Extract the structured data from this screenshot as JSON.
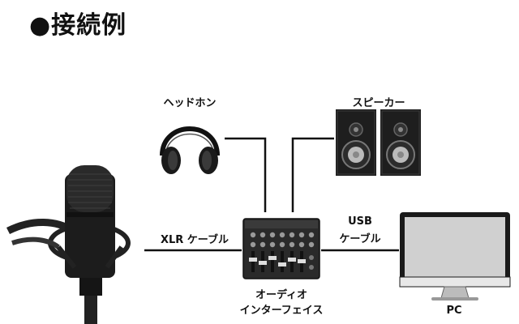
{
  "title": "●接続例",
  "labels": {
    "headphones": "ヘッドホン",
    "speakers": "スピーカー",
    "xlr_cable": "XLR ケーブル",
    "usb_line1": "USB",
    "usb_line2": "ケーブル",
    "interface_line1": "オーディオ",
    "interface_line2": "インターフェイス",
    "pc": "PC"
  },
  "colors": {
    "line": "#111111",
    "device_dark": "#2a2a2a",
    "speaker_body": "#1e1e1e",
    "monitor_frame": "#1a1a1a",
    "monitor_screen": "#d0d0d0"
  },
  "icons": [
    "microphone-icon",
    "headphones-icon",
    "speakers-icon",
    "audio-interface-icon",
    "pc-monitor-icon"
  ]
}
